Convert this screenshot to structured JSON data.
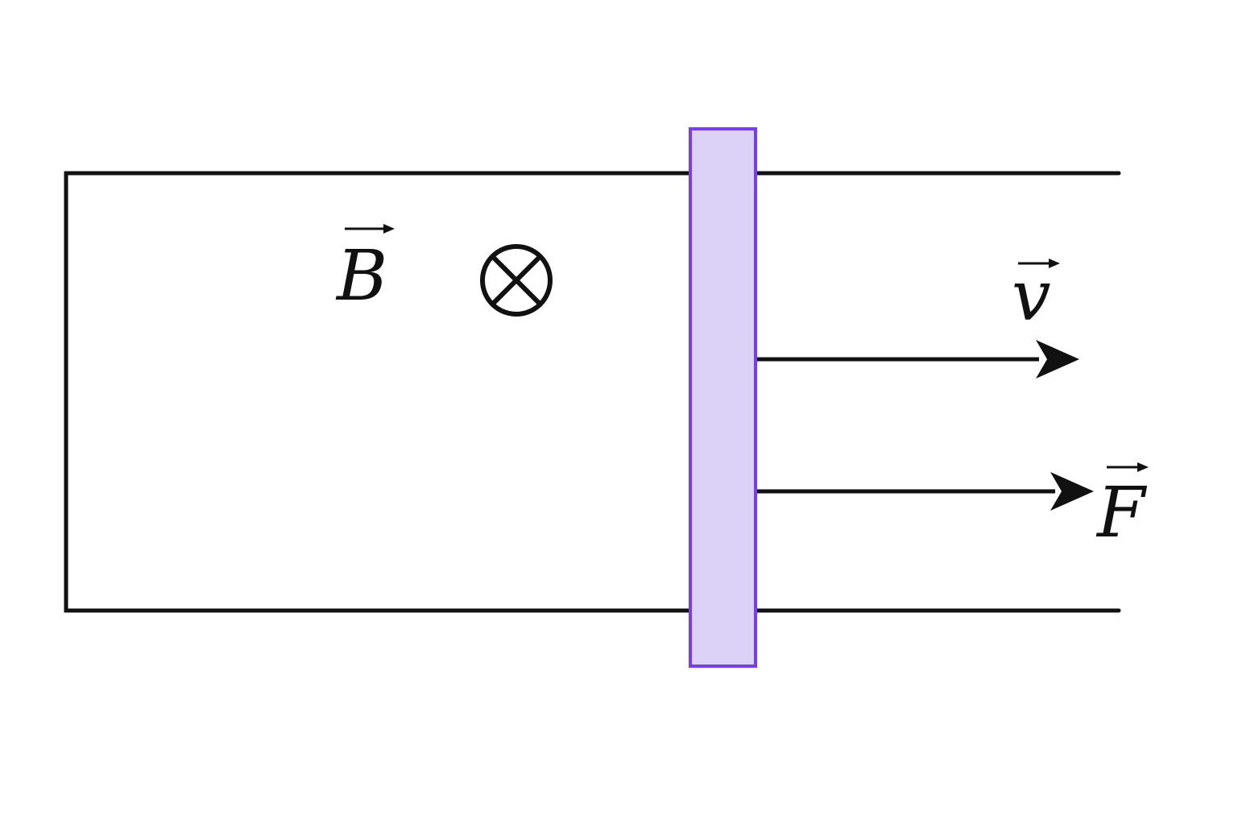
{
  "labels": {
    "magnetic_field": "B",
    "velocity": "v",
    "force": "F"
  },
  "field_symbol": "circle-cross-into-page",
  "colors": {
    "line": "#111111",
    "rod_fill": "#dcd2f8",
    "rod_stroke": "#7a3cf0",
    "background": "#ffffff"
  }
}
